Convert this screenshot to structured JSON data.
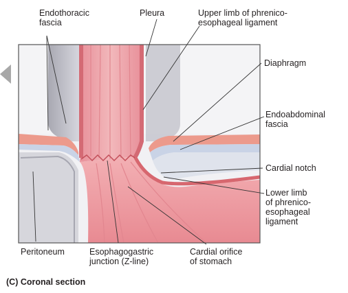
{
  "labels": {
    "endothoracic_fascia": "Endothoracic\nfascia",
    "pleura": "Pleura",
    "upper_limb": "Upper limb of phrenico-\nesophageal ligament",
    "diaphragm": "Diaphragm",
    "endoabdominal_fascia": "Endoabdominal\nfascia",
    "cardial_notch": "Cardial notch",
    "lower_limb": "Lower limb\nof phrenico-\nesophageal\nligament",
    "peritoneum": "Peritoneum",
    "esophagogastric_junction": "Esophagogastric\njunction (Z-line)",
    "cardial_orifice": "Cardial orifice\nof stomach"
  },
  "caption": "(C) Coronal section",
  "colors": {
    "muscle": "#e8828c",
    "mucosa": "#f4b9bc",
    "fascia": "#c9d3e6",
    "diaphragm": "#f0a090",
    "pleura_gray": "#b8b8c0",
    "frame": "#555555"
  }
}
